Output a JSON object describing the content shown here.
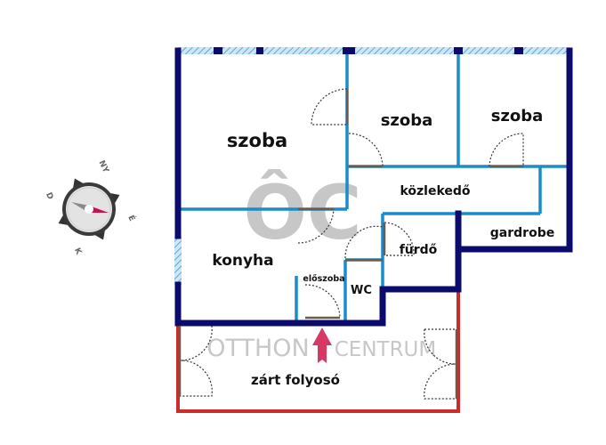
{
  "rooms": {
    "szoba_1": "szoba",
    "szoba_2": "szoba",
    "szoba_3": "szoba",
    "kozlekedo": "közlekedő",
    "gardrobe": "gardrobe",
    "furdo": "fürdő",
    "konyha": "konyha",
    "eloszoba": "előszoba",
    "wc": "WC",
    "zart_folyoso": "zárt folyosó"
  },
  "compass": {
    "north": "NY",
    "west": "D",
    "east": "É",
    "south": "K"
  },
  "watermark": {
    "mark": "ÔC",
    "line1": "OTTHON",
    "line2": "CENTRUM"
  },
  "colors": {
    "outer_wall": "#0b0b6e",
    "inner_wall": "#1a8ccc",
    "enclosed_corridor": "#cc2b2b",
    "entrance_arrow": "#d63a64"
  }
}
